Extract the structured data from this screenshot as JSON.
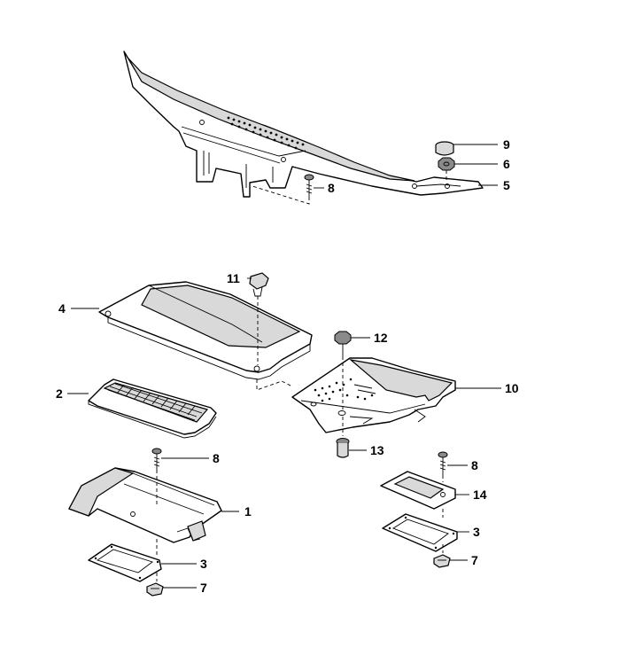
{
  "callouts": {
    "c9": "9",
    "c6": "6",
    "c5": "5",
    "c8_top": "8",
    "c11": "11",
    "c4": "4",
    "c12": "12",
    "c10": "10",
    "c2": "2",
    "c13": "13",
    "c8_mid": "8",
    "c1": "1",
    "c3_left": "3",
    "c7_left": "7",
    "c8_right": "8",
    "c14": "14",
    "c3_right": "3",
    "c7_right": "7"
  }
}
